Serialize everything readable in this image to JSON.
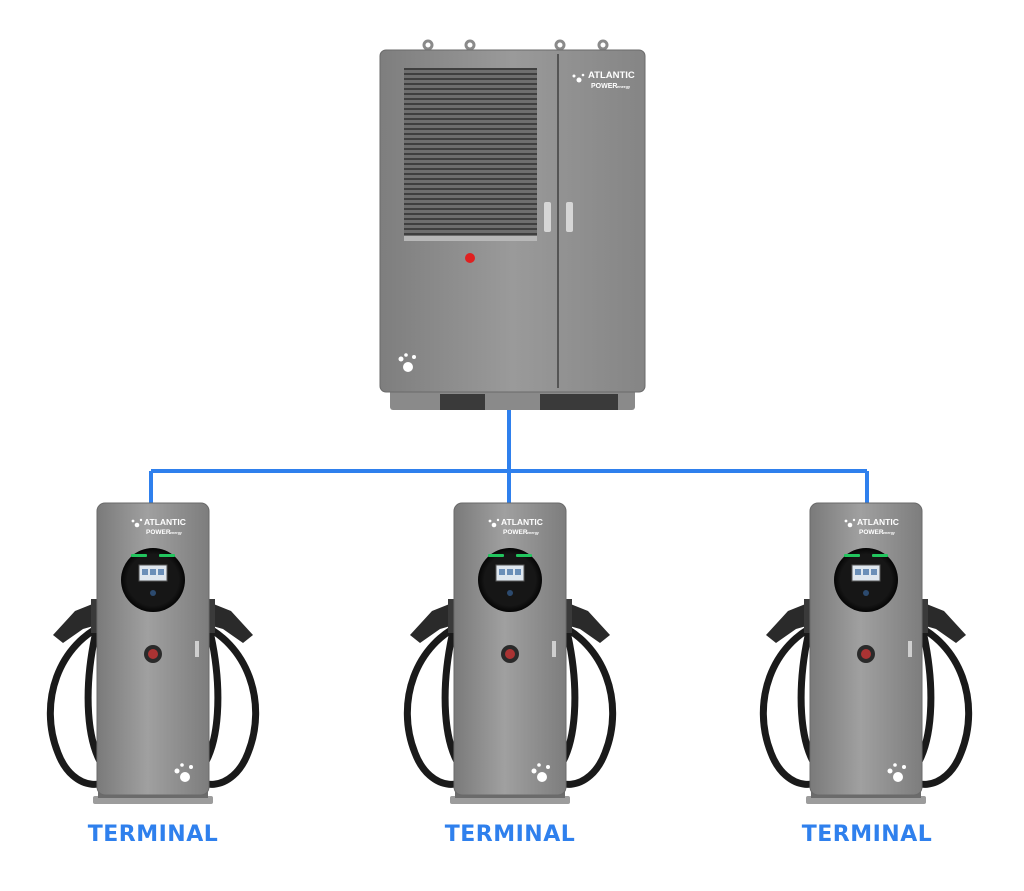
{
  "brand": {
    "line1": "ATLANTIC",
    "line2": "POWER",
    "line2_suffix": "energy"
  },
  "terminals": [
    {
      "label": "TERMINAL"
    },
    {
      "label": "TERMINAL"
    },
    {
      "label": "TERMINAL"
    }
  ],
  "colors": {
    "connection_line": "#2f80ed",
    "label": "#2f80ed",
    "cabinet_body": "#8c8c8c",
    "terminal_body": "#8d8d8d",
    "cable": "#1a1a1a",
    "status_light": "#22c55e",
    "indicator_red": "#e02020"
  }
}
